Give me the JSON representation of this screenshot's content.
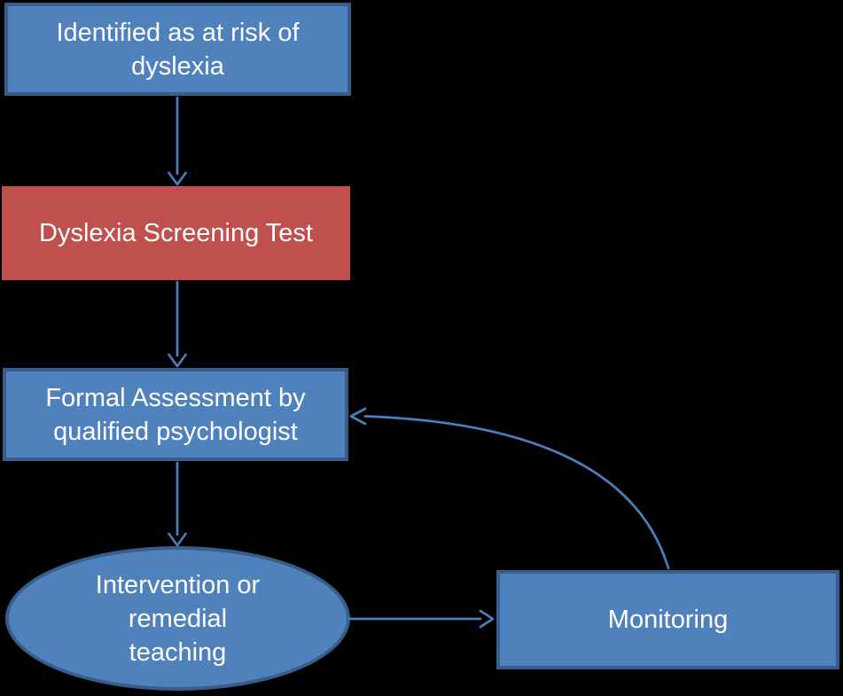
{
  "diagram": {
    "type": "flowchart",
    "topic": "dyslexia identification and support pathway",
    "background_color": "#000000",
    "colors": {
      "node_fill_blue": "#4F81BD",
      "node_border_blue": "#385D8A",
      "node_fill_red": "#C0504D",
      "connector_blue": "#4A7EBB",
      "text": "#FFFFFF"
    },
    "nodes": {
      "identified": {
        "shape": "rectangle",
        "fill": "blue",
        "label": "Identified as at risk of dyslexia",
        "lines": [
          "Identified as at risk of",
          "dyslexia"
        ]
      },
      "screening": {
        "shape": "rectangle",
        "fill": "red",
        "label": "Dyslexia Screening Test",
        "lines": [
          "Dyslexia Screening Test"
        ]
      },
      "formal": {
        "shape": "rectangle",
        "fill": "blue",
        "label": "Formal Assessment by qualified psychologist",
        "lines": [
          "Formal Assessment by",
          "qualified psychologist"
        ]
      },
      "intervention": {
        "shape": "ellipse",
        "fill": "blue",
        "label": "Intervention or remedial teaching",
        "lines": [
          "Intervention or",
          "remedial",
          "teaching"
        ]
      },
      "monitoring": {
        "shape": "rectangle",
        "fill": "blue",
        "label": "Monitoring",
        "lines": [
          "Monitoring"
        ]
      }
    },
    "edges": [
      {
        "from": "identified",
        "to": "screening",
        "style": "straight-down",
        "arrowhead": "open"
      },
      {
        "from": "screening",
        "to": "formal",
        "style": "straight-down",
        "arrowhead": "open"
      },
      {
        "from": "formal",
        "to": "intervention",
        "style": "straight-down",
        "arrowhead": "open"
      },
      {
        "from": "intervention",
        "to": "monitoring",
        "style": "straight-right",
        "arrowhead": "open"
      },
      {
        "from": "monitoring",
        "to": "formal",
        "style": "curved-up-left",
        "arrowhead": "open"
      }
    ]
  }
}
